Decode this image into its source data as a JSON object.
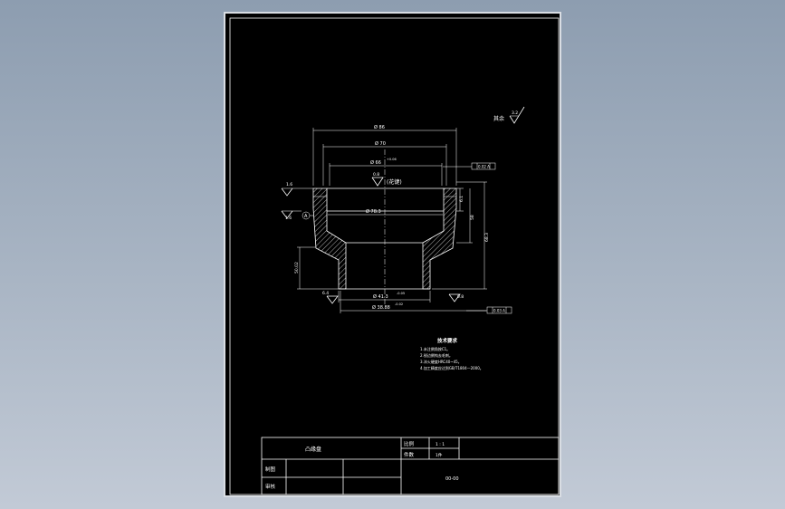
{
  "drawing": {
    "dimensions": {
      "d_top": "Ø 86",
      "d_mid": "Ø 70",
      "d_inner": "Ø 66",
      "d_inner_tol": "+0.06",
      "d_bore": "Ø 78.3",
      "d_bottom_inner": "Ø 41.3",
      "d_bottom_tol": "-0.05",
      "d_base": "Ø 38.88",
      "d_base_tol": "-0.02",
      "h_right_small": "6.1",
      "h_right": "58",
      "h_right_total": "68.3",
      "h_left": "50.02"
    },
    "finishes": {
      "rest_label": "其余",
      "rest_value": "3.2",
      "top_value": "0.8",
      "left_top": "1.6",
      "left_mid": "1.6",
      "bottom_left": "6.4",
      "bottom_right": "0.8"
    },
    "notes": {
      "spline": "(花键)",
      "datum_a": "A",
      "tol_top": "0.02 A",
      "tol_bottom": "0.03 A"
    },
    "tech_requirements": {
      "title": "技术要求",
      "items": [
        "1.未注倒角按C1。",
        "2.锐边倒钝去毛刺。",
        "3.淬火硬度HRC40~45。",
        "4.加工精度应达到GB/T1804—2000。"
      ]
    }
  },
  "title_block": {
    "part_name": "凸缘盘",
    "scale_label": "比例",
    "scale_value": "1 : 1",
    "count_label": "件数",
    "count_value": "1件",
    "drawn_label": "制图",
    "review_label": "审核",
    "drawing_code": "00-00"
  }
}
